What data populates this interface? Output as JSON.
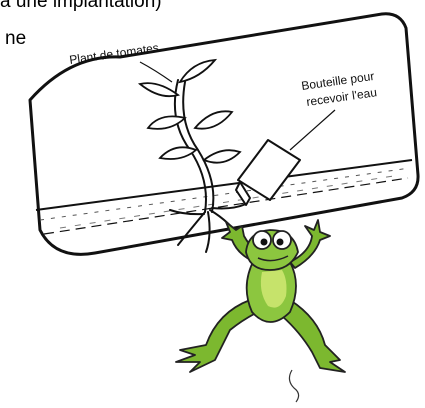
{
  "text": {
    "top_line": "à une implantation)",
    "second_line": "ne"
  },
  "diagram": {
    "plant_label": "Plant de tomates",
    "bottle_label_line1": "Bouteille pour",
    "bottle_label_line2": "recevoir l'eau"
  },
  "colors": {
    "frog_green": "#7cb82f",
    "frog_light": "#c6e36b",
    "frog_dark": "#4c7a1a",
    "stroke": "#222222"
  }
}
